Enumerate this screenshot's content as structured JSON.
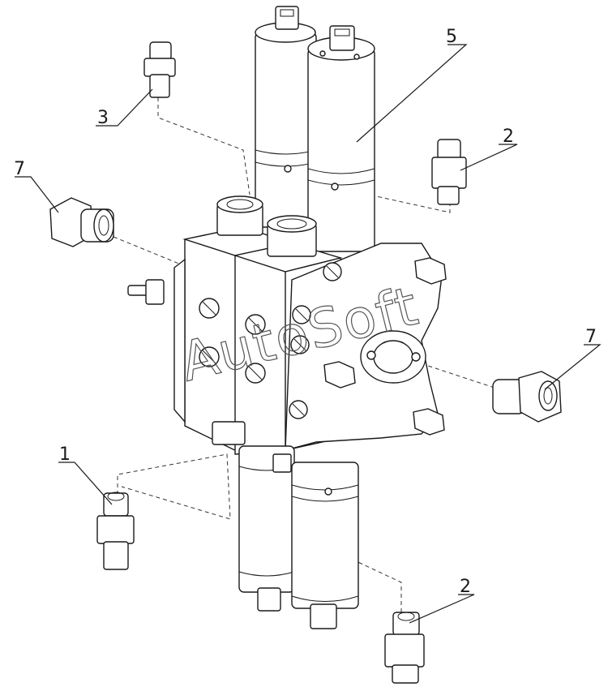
{
  "callouts": [
    {
      "id": "1",
      "label": "1"
    },
    {
      "id": "2a",
      "label": "2"
    },
    {
      "id": "2b",
      "label": "2"
    },
    {
      "id": "3",
      "label": "3"
    },
    {
      "id": "5",
      "label": "5"
    },
    {
      "id": "7a",
      "label": "7"
    },
    {
      "id": "7b",
      "label": "7"
    }
  ],
  "watermark": "AutoSoft",
  "colors": {
    "line": "#1a1a1a",
    "background": "#ffffff"
  }
}
